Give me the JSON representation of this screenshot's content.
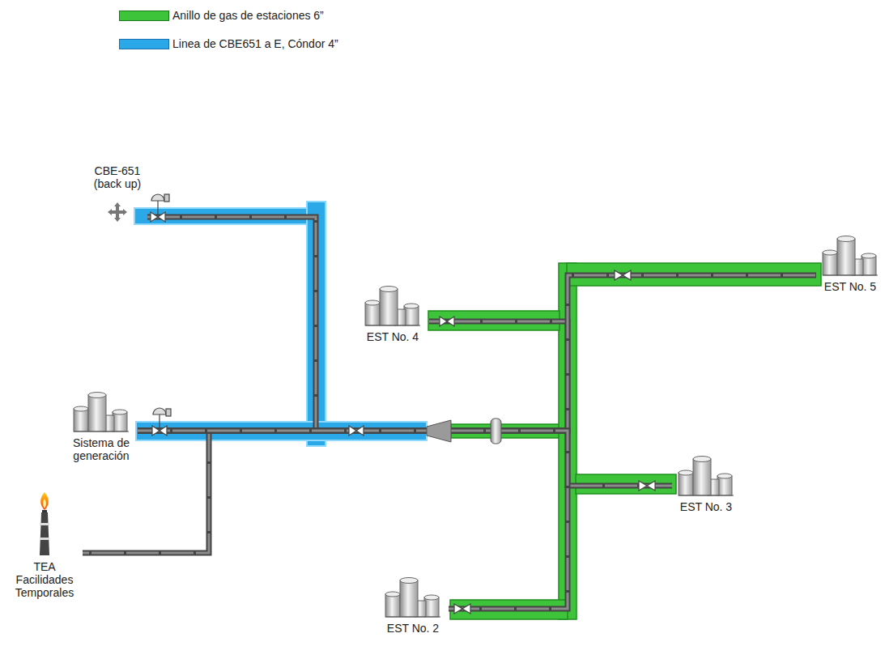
{
  "diagram": {
    "nodes": [
      {
        "text": [
          "CBE-651 (back up)"
        ]
      },
      {
        "text": [
          "EST No. 5"
        ]
      },
      {
        "text": [
          "EST No. 4"
        ]
      },
      {
        "text": [
          "Sistema de generación"
        ]
      },
      {
        "text": [
          "EST No. 3"
        ]
      },
      {
        "text": [
          "TEA Facilidades Temporales"
        ]
      },
      {
        "text": [
          "EST No. 2"
        ]
      }
    ],
    "edges": [
      {
        "from": 0,
        "to": 3,
        "arrow": "none"
      },
      {
        "from": 3,
        "to": 5,
        "arrow": "none"
      },
      {
        "from": 3,
        "to": 2,
        "arrow": "none"
      },
      {
        "from": 3,
        "to": 1,
        "arrow": "none"
      },
      {
        "from": 3,
        "to": 4,
        "arrow": "none"
      },
      {
        "from": 3,
        "to": 6,
        "arrow": "none"
      }
    ],
    "legend": [
      {
        "text": "Anillo de gas de estaciones 6”",
        "color": "#3ec43a"
      },
      {
        "text": "Linea de CBE651 a E, Cóndor 4”",
        "color": "#2aa8e8"
      }
    ]
  }
}
